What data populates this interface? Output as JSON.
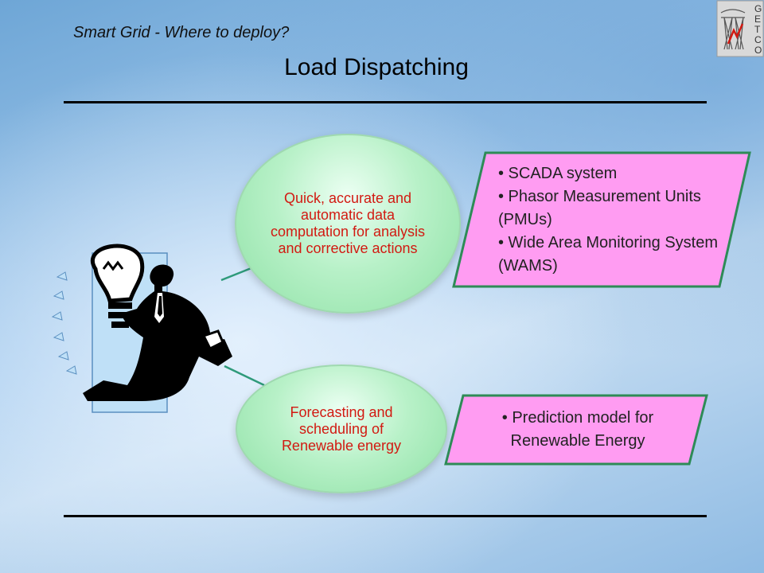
{
  "header": {
    "subtitle": "Smart Grid  - Where to deploy?",
    "title": "Load Dispatching"
  },
  "logo": {
    "letters": [
      "G",
      "E",
      "T",
      "C",
      "O"
    ]
  },
  "ellipses": [
    {
      "text": "Quick, accurate and automatic data computation for analysis and corrective actions"
    },
    {
      "text": "Forecasting and scheduling of Renewable energy"
    }
  ],
  "boxes": [
    {
      "items": [
        "• SCADA system",
        "• Phasor Measurement Units (PMUs)",
        "• Wide Area Monitoring System  (WAMS)"
      ]
    },
    {
      "items": [
        "• Prediction model for Renewable Energy"
      ]
    }
  ],
  "colors": {
    "ellipse_text": "#d21a12",
    "ellipse_fill": "#b8f1c8",
    "box_fill": "#ff9cf2",
    "box_border": "#2e8b57"
  }
}
